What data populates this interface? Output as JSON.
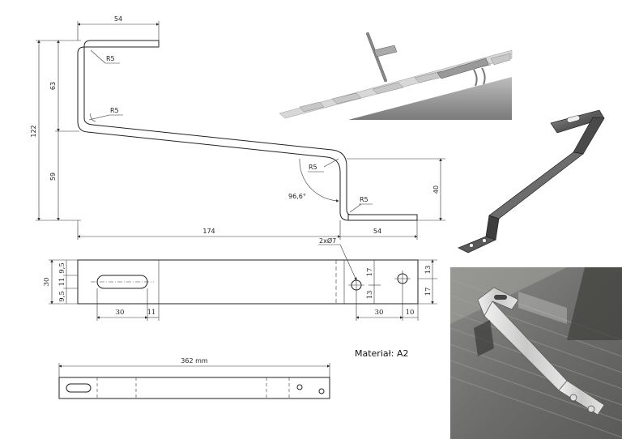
{
  "side_view": {
    "dim_top_width": "54",
    "dim_upper_height": "63",
    "dim_total_height": "122",
    "dim_lower_height": "59",
    "radius_top": "R5",
    "radius_mid": "R5",
    "radius_bend": "R5",
    "radius_foot": "R5",
    "angle": "96,6°",
    "dim_step_height": "40",
    "dim_run_length": "174",
    "dim_foot_length": "54"
  },
  "top_view": {
    "hole_callout": "2xØ7",
    "dim_left_height": "30",
    "dim_left_a": "9,5",
    "dim_left_b": "11",
    "dim_left_c": "9,5",
    "dim_slot_len": "30",
    "dim_slot_gap": "11",
    "dim_right_17a": "17",
    "dim_right_13a": "13",
    "dim_right_17b": "17",
    "dim_right_13b": "13",
    "dim_hole_gap": "30",
    "dim_hole_end": "10"
  },
  "flat_view": {
    "total_length": "362 mm"
  },
  "material_label": "Materiał: A2"
}
